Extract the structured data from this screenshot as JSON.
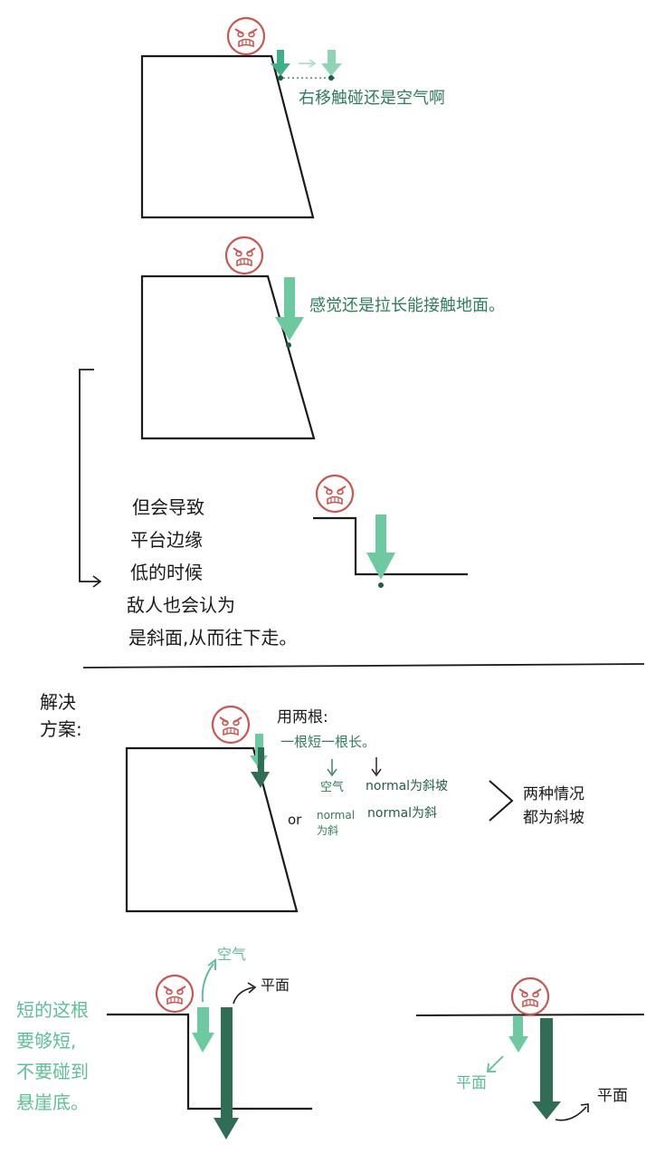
{
  "colors": {
    "ink": "#1a1a1a",
    "enemy_red": "#c9564f",
    "arrow_light": "#6cc9a0",
    "arrow_dark": "#2f6e55",
    "text_green": "#2e7d5b",
    "text_light_green": "#5cbf95"
  },
  "icons": [
    "angry-enemy-icon",
    "raycast-arrow-icon"
  ],
  "scene1": {
    "note": "右移触碰还是空气啊"
  },
  "scene2": {
    "note": "感觉还是拉长能接触地面。"
  },
  "scene3": {
    "note_lines": [
      "但会导致",
      "平台边缘",
      "低的时候",
      "敌人也会认为",
      "是斜面,从而往下走。"
    ]
  },
  "solution": {
    "title_lines": [
      "解决",
      "方案:"
    ],
    "use_two": "用两根:",
    "short_long": "一根短一根长。",
    "short_result_1": "空气",
    "or_label": "or",
    "short_result_2a": "normal",
    "short_result_2b": "为斜",
    "long_result_1": "normal为斜坡",
    "long_result_2": "normal为斜",
    "conclusion_lines": [
      "两种情况",
      "都为斜坡"
    ]
  },
  "bottom_left": {
    "air_label": "空气",
    "flat_label": "平面",
    "note_lines": [
      "短的这根",
      "要够短,",
      "不要碰到",
      "悬崖底。"
    ]
  },
  "bottom_right": {
    "flat_label_left": "平面",
    "flat_label_right": "平面"
  }
}
